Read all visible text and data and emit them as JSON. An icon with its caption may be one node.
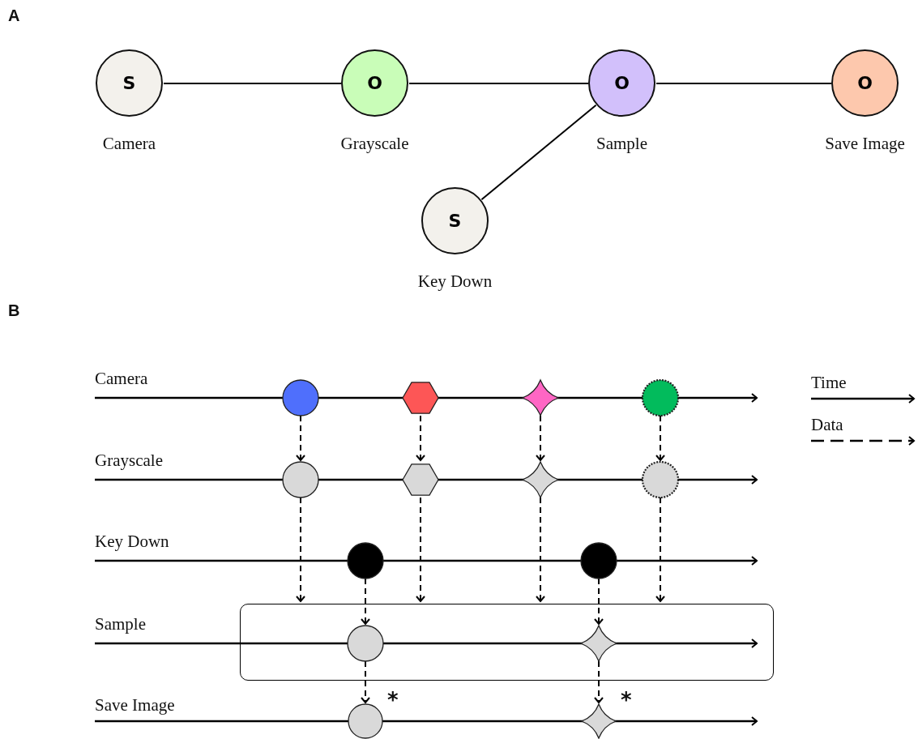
{
  "diagram": {
    "nodes": [
      {
        "text": [
          "S"
        ],
        "beside": [
          "Camera"
        ]
      },
      {
        "text": [
          "O"
        ],
        "beside": [
          "Grayscale"
        ]
      },
      {
        "text": [
          "O"
        ],
        "beside": [
          "Sample"
        ]
      },
      {
        "text": [
          "O"
        ],
        "beside": [
          "Save Image"
        ]
      },
      {
        "text": [
          "S"
        ],
        "beside": [
          "Key Down"
        ]
      },
      {
        "text": [],
        "shape": "circle"
      },
      {
        "text": [],
        "shape": "hexagon"
      },
      {
        "text": [],
        "shape": "star"
      },
      {
        "text": [],
        "shape": "circle"
      },
      {
        "text": [],
        "shape": "circle"
      },
      {
        "text": [],
        "shape": "hexagon"
      },
      {
        "text": [],
        "shape": "star"
      },
      {
        "text": [],
        "shape": "circle"
      },
      {
        "text": [],
        "shape": "circle"
      },
      {
        "text": [],
        "shape": "circle"
      },
      {
        "text": [],
        "shape": "box"
      },
      {
        "text": [],
        "shape": "circle",
        "in": 15
      },
      {
        "text": [],
        "shape": "star",
        "in": 15
      },
      {
        "text": [],
        "shape": "circle",
        "beside": [
          "*"
        ]
      },
      {
        "text": [],
        "shape": "star",
        "beside": [
          "*"
        ]
      }
    ],
    "edges": [
      {
        "from": 0,
        "to": 1,
        "arrow": "none"
      },
      {
        "from": 1,
        "to": 2,
        "arrow": "none"
      },
      {
        "from": 2,
        "to": 3,
        "arrow": "none"
      },
      {
        "from": 4,
        "to": 2,
        "arrow": "none"
      },
      {
        "from": 5,
        "to": 9,
        "arrow": "to",
        "style": "dashed"
      },
      {
        "from": 6,
        "to": 10,
        "arrow": "to",
        "style": "dashed"
      },
      {
        "from": 7,
        "to": 11,
        "arrow": "to",
        "style": "dashed"
      },
      {
        "from": 8,
        "to": 12,
        "arrow": "to",
        "style": "dashed"
      },
      {
        "from": 9,
        "to": 15,
        "arrow": "to",
        "style": "dashed"
      },
      {
        "from": 13,
        "to": 16,
        "arrow": "to",
        "style": "dashed"
      },
      {
        "from": 10,
        "to": 15,
        "arrow": "to",
        "style": "dashed"
      },
      {
        "from": 11,
        "to": 15,
        "arrow": "to",
        "style": "dashed"
      },
      {
        "from": 14,
        "to": 17,
        "arrow": "to",
        "style": "dashed"
      },
      {
        "from": 12,
        "to": 15,
        "arrow": "to",
        "style": "dashed"
      },
      {
        "from": 16,
        "to": 18,
        "arrow": "to",
        "style": "dashed"
      },
      {
        "from": 17,
        "to": 19,
        "arrow": "to",
        "style": "dashed"
      }
    ],
    "labels": [
      "A",
      "B",
      "Camera",
      "Grayscale",
      "Key Down",
      "Sample",
      "Save Image"
    ],
    "legend": [
      {
        "text": "Time"
      },
      {
        "text": "Data"
      }
    ]
  }
}
